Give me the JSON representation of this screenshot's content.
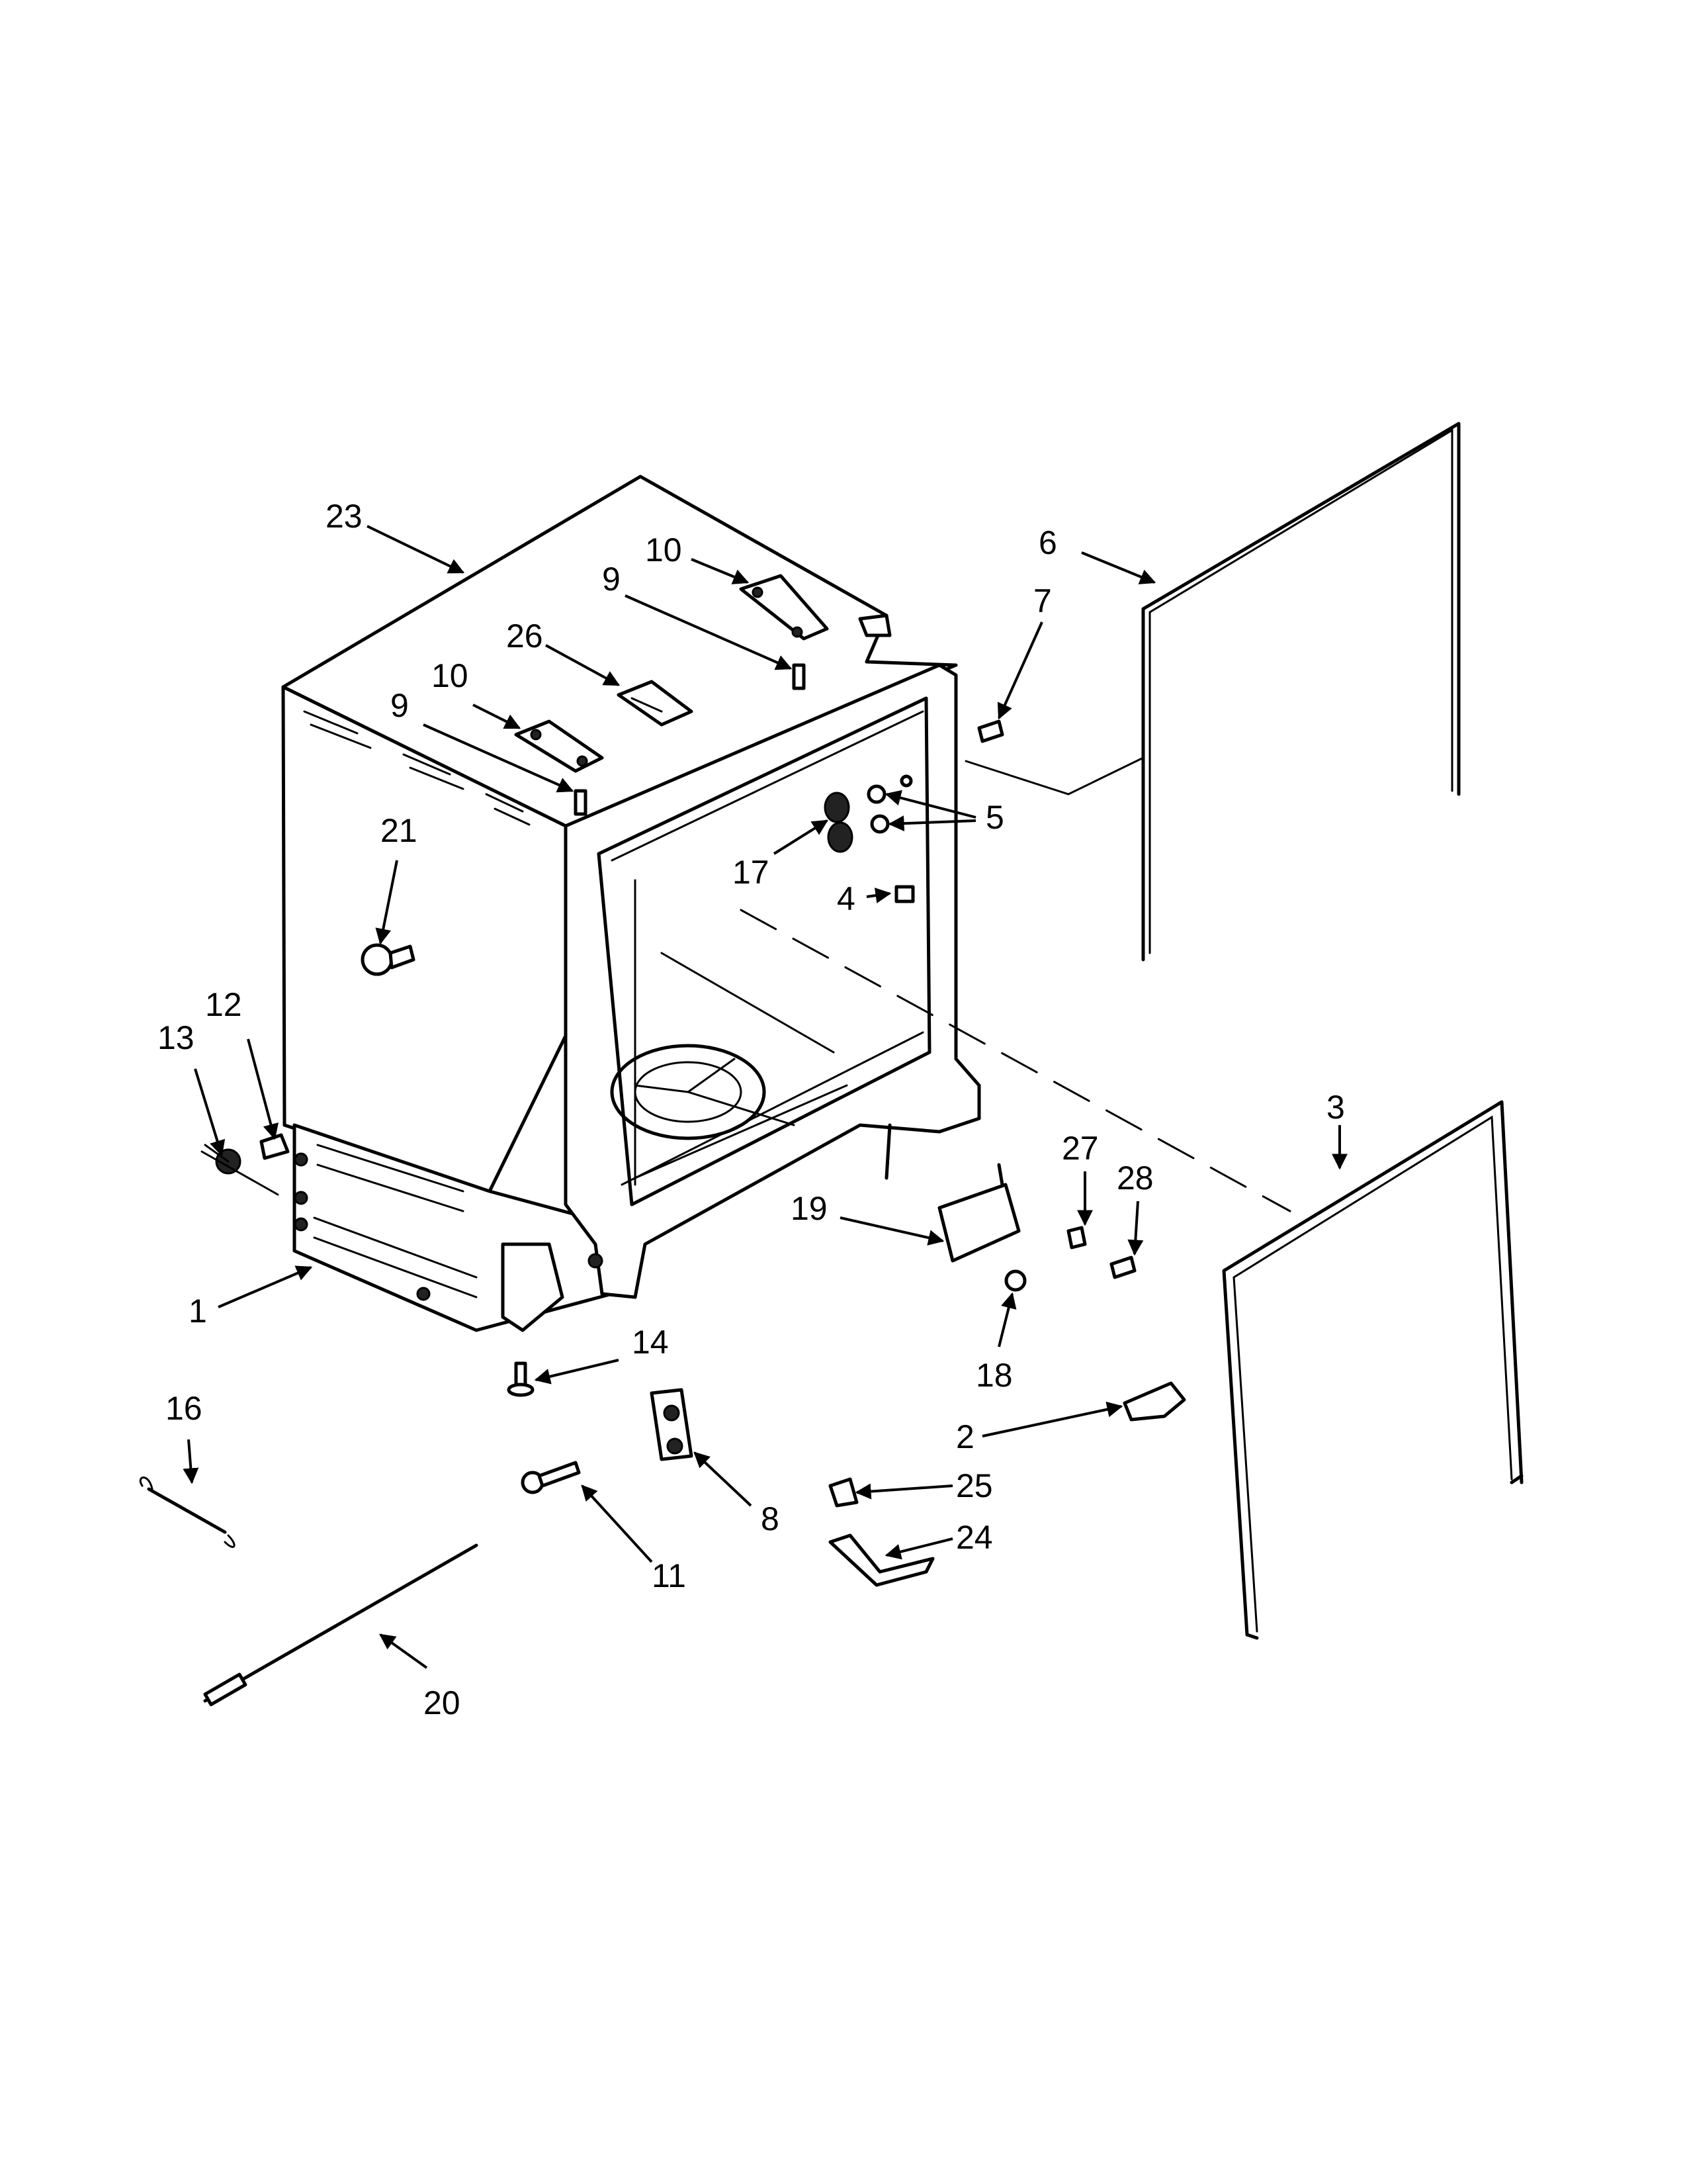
{
  "callouts": [
    "1",
    "2",
    "3",
    "4",
    "5",
    "6",
    "7",
    "8",
    "9",
    "10",
    "11",
    "12",
    "13",
    "14",
    "16",
    "17",
    "18",
    "19",
    "20",
    "21",
    "23",
    "24",
    "25",
    "26",
    "27",
    "28"
  ],
  "labels": {
    "p1": "1",
    "p2": "2",
    "p3": "3",
    "p4": "4",
    "p5": "5",
    "p6": "6",
    "p7": "7",
    "p8": "8",
    "p9a": "9",
    "p9b": "9",
    "p10a": "10",
    "p10b": "10",
    "p11": "11",
    "p12": "12",
    "p13": "13",
    "p14": "14",
    "p16": "16",
    "p17": "17",
    "p18": "18",
    "p19": "19",
    "p20": "20",
    "p21": "21",
    "p23": "23",
    "p24": "24",
    "p25": "25",
    "p26": "26",
    "p27": "27",
    "p28": "28"
  }
}
